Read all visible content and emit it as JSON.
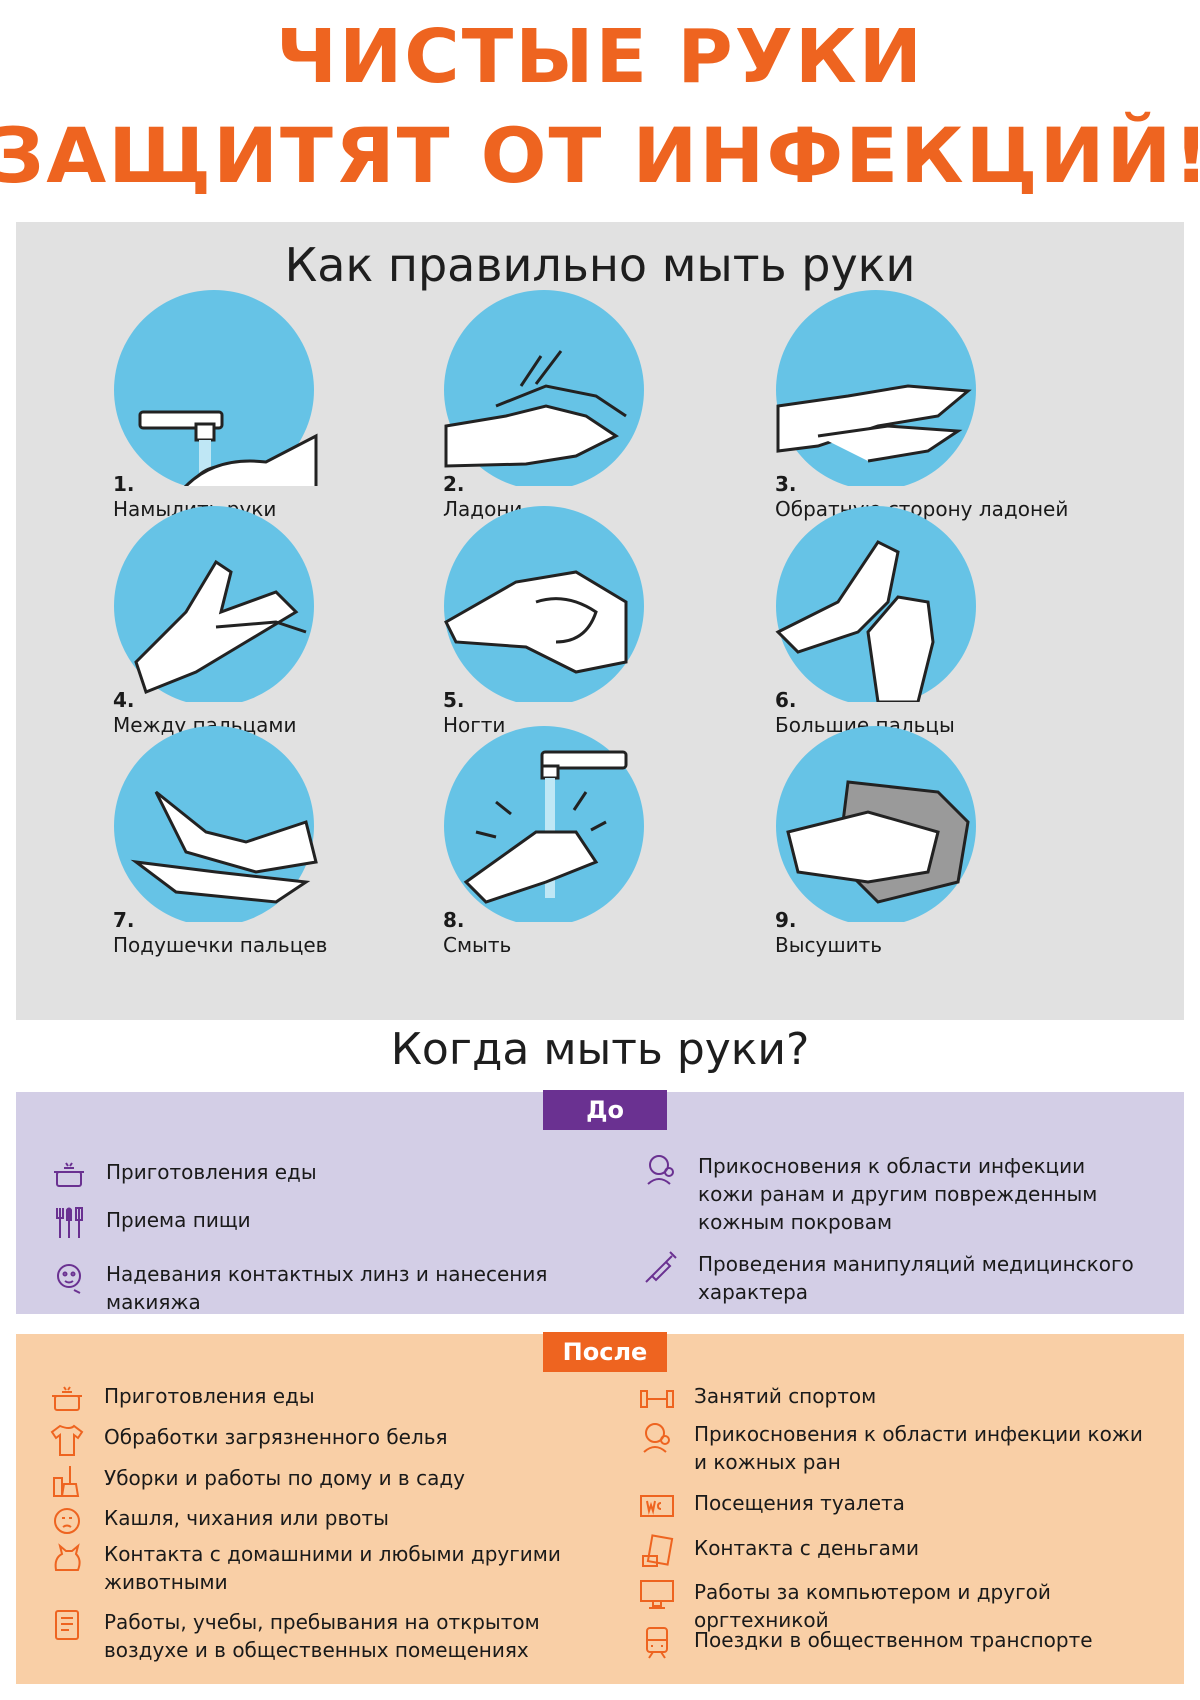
{
  "header": {
    "line1": "ЧИСТЫЕ РУКИ",
    "line2": "ЗАЩИТЯТ ОТ ИНФЕКЦИЙ!"
  },
  "how": {
    "title": "Как правильно мыть руки",
    "steps": [
      {
        "num": "1.",
        "label": "Намылить руки"
      },
      {
        "num": "2.",
        "label": "Ладони"
      },
      {
        "num": "3.",
        "label": "Обратную сторону ладоней"
      },
      {
        "num": "4.",
        "label": "Между пальцами"
      },
      {
        "num": "5.",
        "label": "Ногти"
      },
      {
        "num": "6.",
        "label": "Большие пальцы"
      },
      {
        "num": "7.",
        "label": "Подушечки пальцев"
      },
      {
        "num": "8.",
        "label": "Смыть"
      },
      {
        "num": "9.",
        "label": "Высушить"
      }
    ]
  },
  "when": {
    "title": "Когда мыть руки?",
    "before": {
      "tag": "До",
      "items": [
        {
          "icon": "pot-icon",
          "text": "Приготовления еды"
        },
        {
          "icon": "cutlery-icon",
          "text": "Приема пищи"
        },
        {
          "icon": "face-makeup-icon",
          "text": "Надевания контактных линз и нанесения макияжа"
        },
        {
          "icon": "skin-infection-icon",
          "text": "Прикосновения к области инфекции кожи ранам и другим поврежденным кожным покровам"
        },
        {
          "icon": "syringe-icon",
          "text": "Проведения манипуляций медицинского характера"
        }
      ]
    },
    "after": {
      "tag": "После",
      "items": [
        {
          "icon": "pot-icon",
          "text": "Приготовления еды"
        },
        {
          "icon": "shirt-icon",
          "text": "Обработки загрязненного белья"
        },
        {
          "icon": "cleaning-icon",
          "text": "Уборки и работы по дому и в саду"
        },
        {
          "icon": "sneeze-icon",
          "text": "Кашля, чихания или рвоты"
        },
        {
          "icon": "cat-icon",
          "text": "Контакта с домашними и любыми другими животными"
        },
        {
          "icon": "notebook-icon",
          "text": "Работы, учебы, пребывания на открытом воздухе и в общественных помещениях"
        },
        {
          "icon": "dumbbell-icon",
          "text": "Занятий спортом"
        },
        {
          "icon": "skin-infection-icon",
          "text": "Прикосновения к области инфекции кожи и кожных ран"
        },
        {
          "icon": "toilet-icon",
          "text": "Посещения туалета"
        },
        {
          "icon": "money-icon",
          "text": "Контакта с деньгами"
        },
        {
          "icon": "computer-icon",
          "text": "Работы за компьютером и другой оргтехникой"
        },
        {
          "icon": "train-icon",
          "text": "Поездки в общественном транспорте"
        }
      ]
    }
  },
  "colors": {
    "accent_orange": "#ee6420",
    "accent_purple": "#6a3191",
    "circle_blue": "#66c3e6",
    "how_bg": "#e1e1e1",
    "before_bg": "#d3cee6",
    "after_bg": "#f9cfa6"
  }
}
